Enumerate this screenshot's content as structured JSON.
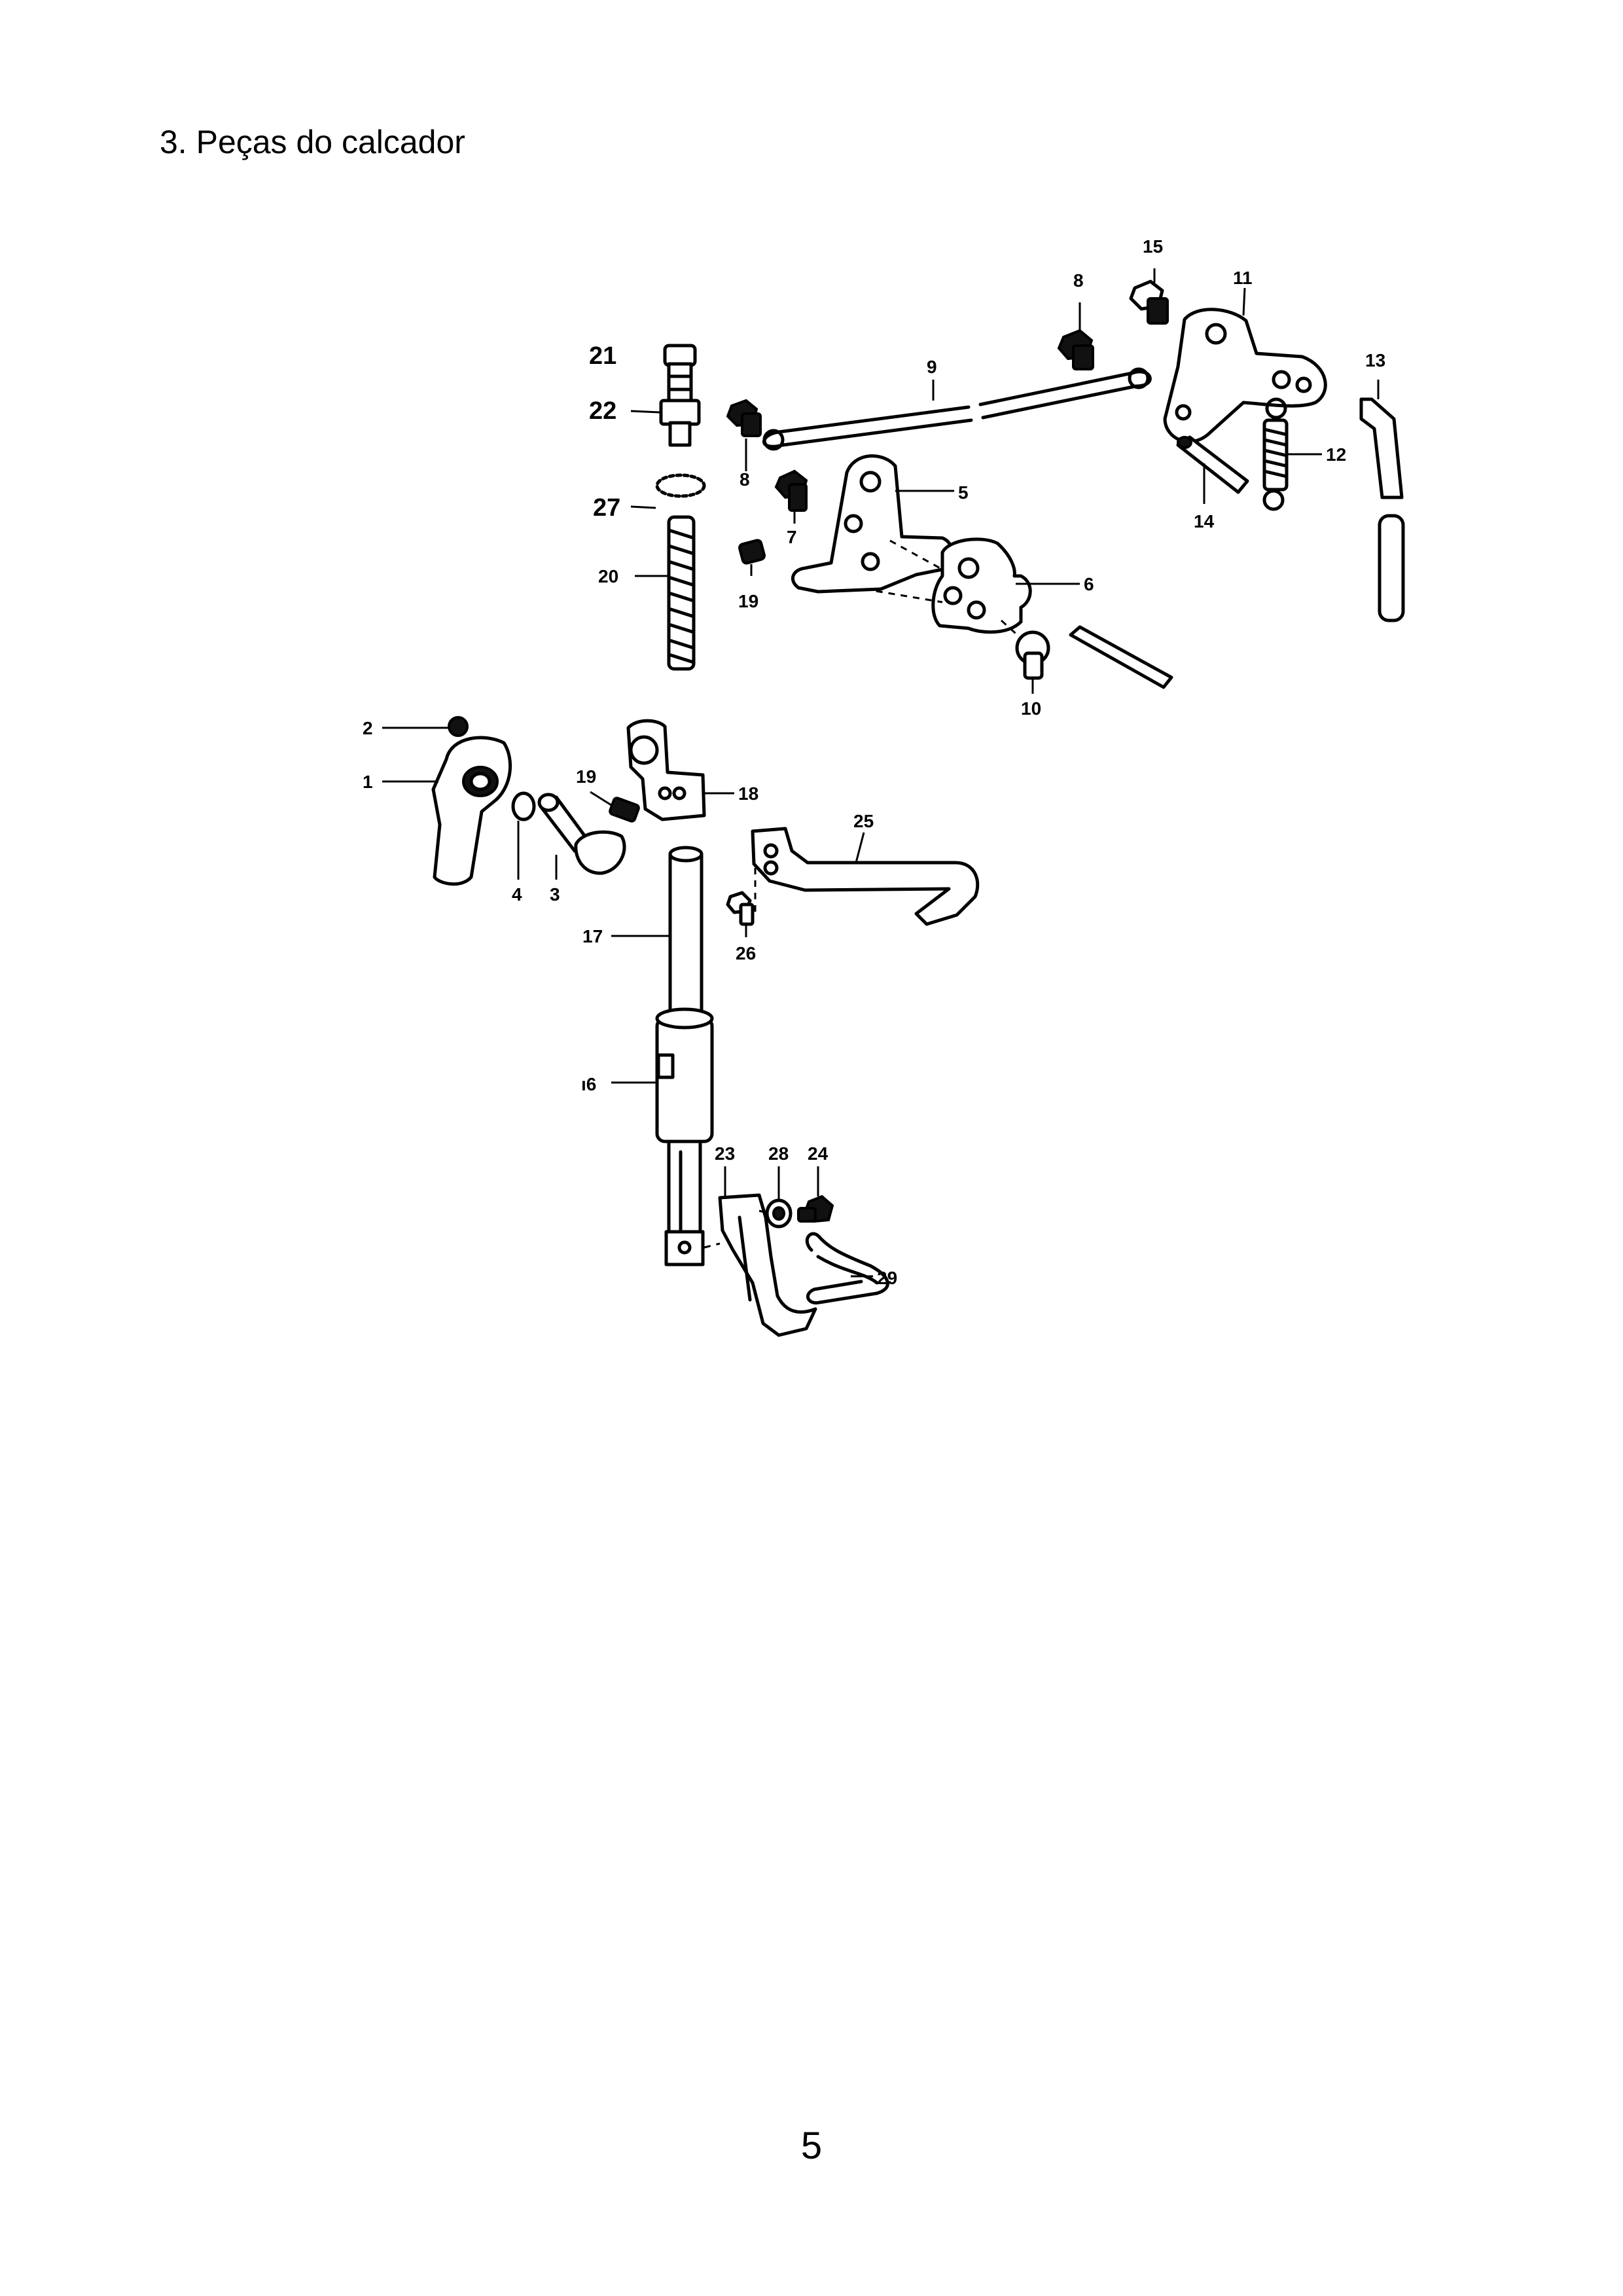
{
  "document": {
    "title": "3. Peças do calcador",
    "page_number": "5"
  },
  "diagram": {
    "labels": {
      "p1": "1",
      "p2": "2",
      "p3": "3",
      "p4": "4",
      "p5": "5",
      "p6a": "6",
      "p6b": "ı6",
      "p7": "7",
      "p8a": "8",
      "p8b": "8",
      "p9": "9",
      "p10": "10",
      "p11": "11",
      "p12": "12",
      "p13": "13",
      "p14": "14",
      "p15": "15",
      "p17": "17",
      "p18": "18",
      "p19a": "19",
      "p19b": "19",
      "p20": "20",
      "p21": "21",
      "p22": "22",
      "p23": "23",
      "p24": "24",
      "p25": "25",
      "p26": "26",
      "p27": "27",
      "p28": "28",
      "p29": "29"
    }
  }
}
